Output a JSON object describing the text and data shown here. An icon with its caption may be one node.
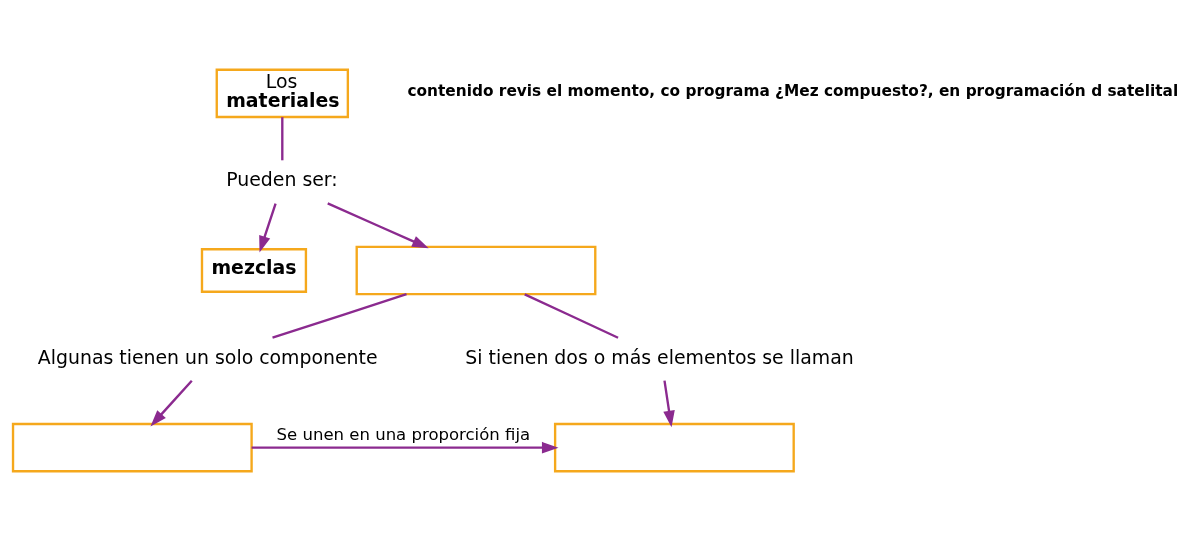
{
  "diagram": {
    "nodes": [
      {
        "text": [
          "Los",
          "materiales"
        ]
      },
      {
        "text": [
          "Pueden ser:"
        ]
      },
      {
        "text": [
          "mezclas"
        ]
      },
      {
        "text": [],
        "shape": "box"
      },
      {
        "text": [
          "Algunas tienen un solo componente"
        ]
      },
      {
        "text": [
          "Si tienen dos o más elementos se llaman"
        ]
      },
      {
        "text": [],
        "shape": "box"
      },
      {
        "text": [],
        "shape": "box"
      }
    ],
    "edges": [
      {
        "from": 0,
        "to": 1,
        "arrow": "none"
      },
      {
        "from": 1,
        "to": 2,
        "arrow": "to"
      },
      {
        "from": 1,
        "to": 3,
        "arrow": "to"
      },
      {
        "from": 3,
        "to": 4,
        "arrow": "none"
      },
      {
        "from": 3,
        "to": 5,
        "arrow": "none"
      },
      {
        "from": 4,
        "to": 6,
        "arrow": "to"
      },
      {
        "from": 5,
        "to": 7,
        "arrow": "to"
      },
      {
        "from": 6,
        "to": 7,
        "arrow": "to",
        "label": "Se unen en una proporción fija"
      }
    ],
    "labels": [
      "contenido revis el momento, co programa ¿Mez compuesto?, en programación d satelital"
    ]
  }
}
